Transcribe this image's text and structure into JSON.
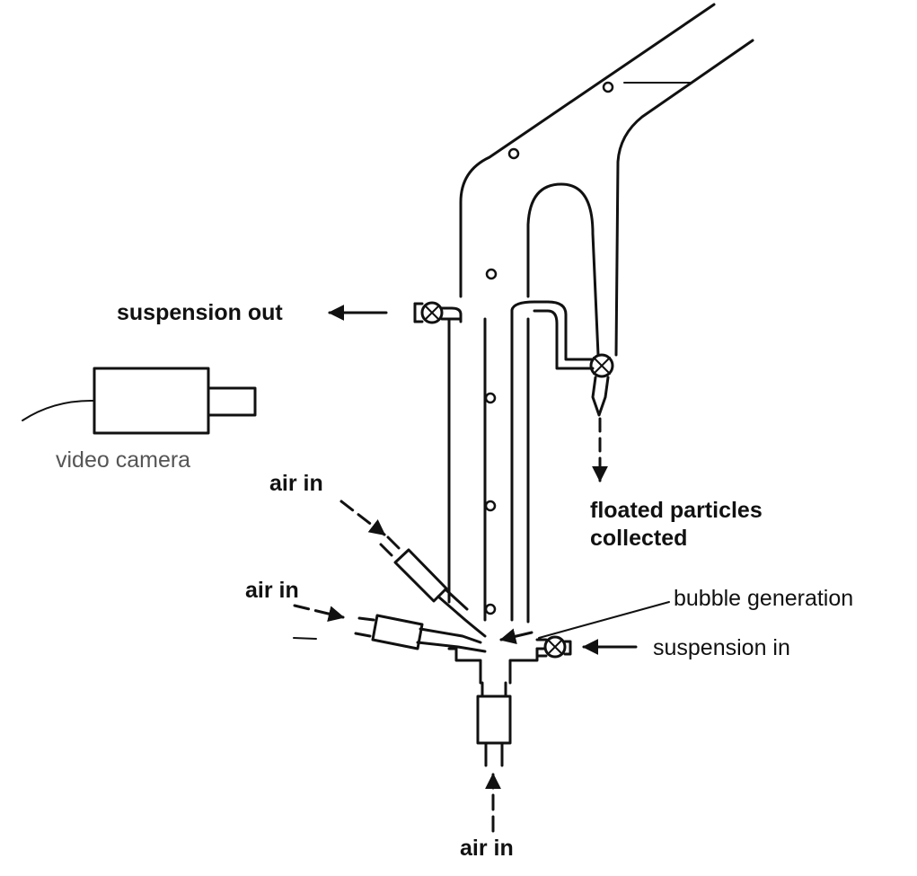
{
  "labels": {
    "suspension_out": "suspension out",
    "video_camera": "video camera",
    "air_in_upper": "air in",
    "air_in_middle": "air in",
    "air_in_bottom": "air in",
    "floated_particles_line1": "floated particles",
    "floated_particles_line2": "collected",
    "bubble_generation": "bubble generation",
    "suspension_in": "suspension in"
  },
  "icons": [
    "video-camera-icon",
    "valve-icon",
    "arrow-icon",
    "nozzle-icon"
  ],
  "colors": {
    "line": "#111111",
    "caption_grey": "#555555",
    "background": "#ffffff"
  }
}
